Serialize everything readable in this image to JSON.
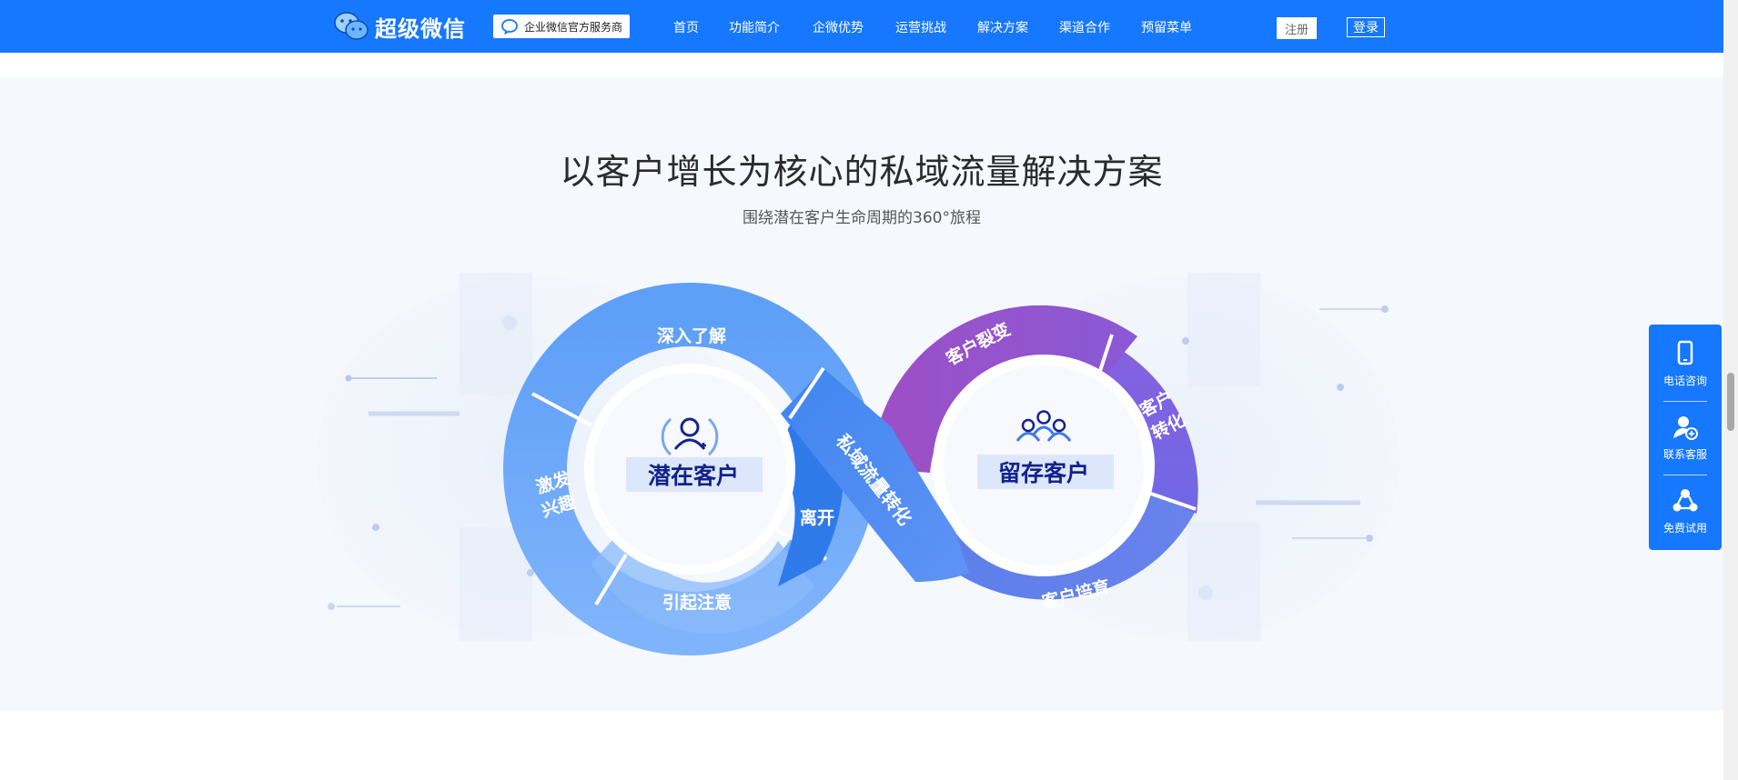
{
  "header": {
    "brand": "超级微信",
    "badge": "企业微信官方服务商",
    "nav": [
      "首页",
      "功能简介",
      "企微优势",
      "运营挑战",
      "解决方案",
      "渠道合作",
      "预留菜单"
    ],
    "register": "注册",
    "login": "登录"
  },
  "section": {
    "title": "以客户增长为核心的私域流量解决方案",
    "subtitle": "围绕潜在客户生命周期的360°旅程"
  },
  "diagram": {
    "left_center": "潜在客户",
    "right_center": "留存客户",
    "left_labels": {
      "deep": "深入了解",
      "excite_1": "激发",
      "excite_2": "兴趣",
      "attract": "引起注意",
      "leave": "离开"
    },
    "bridge": "私域流量转化",
    "right_labels": {
      "split": "客户裂变",
      "convert_1": "客户",
      "convert_2": "转化",
      "nurture": "客户培育"
    }
  },
  "float_bar": [
    {
      "label": "电话咨询",
      "icon": "phone-icon"
    },
    {
      "label": "联系客服",
      "icon": "customer-service-icon"
    },
    {
      "label": "免费试用",
      "icon": "free-trial-icon"
    }
  ],
  "colors": {
    "header": "#1677ff",
    "left_ring": "#5b9cf6",
    "right_ring_top": "#9355c9",
    "right_ring_bottom": "#6a7df0"
  }
}
